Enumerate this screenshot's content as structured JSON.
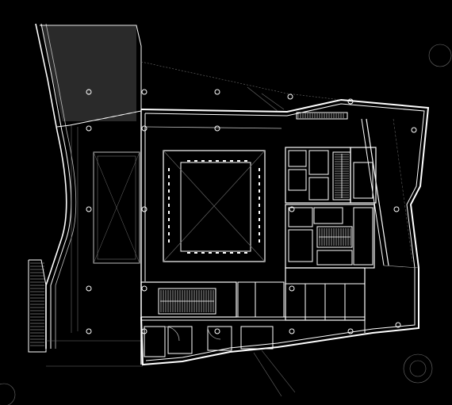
{
  "drawing": {
    "type": "architectural-floor-plan",
    "colors": {
      "background": "#000000",
      "wall": "#ffffff",
      "light_line": "#bdbdbd",
      "faint_line": "#6e6e6e",
      "column": "#ffffff"
    },
    "column_count": 22,
    "stair_count": 3,
    "has_central_atrium": true,
    "has_curved_west_facade": true
  }
}
